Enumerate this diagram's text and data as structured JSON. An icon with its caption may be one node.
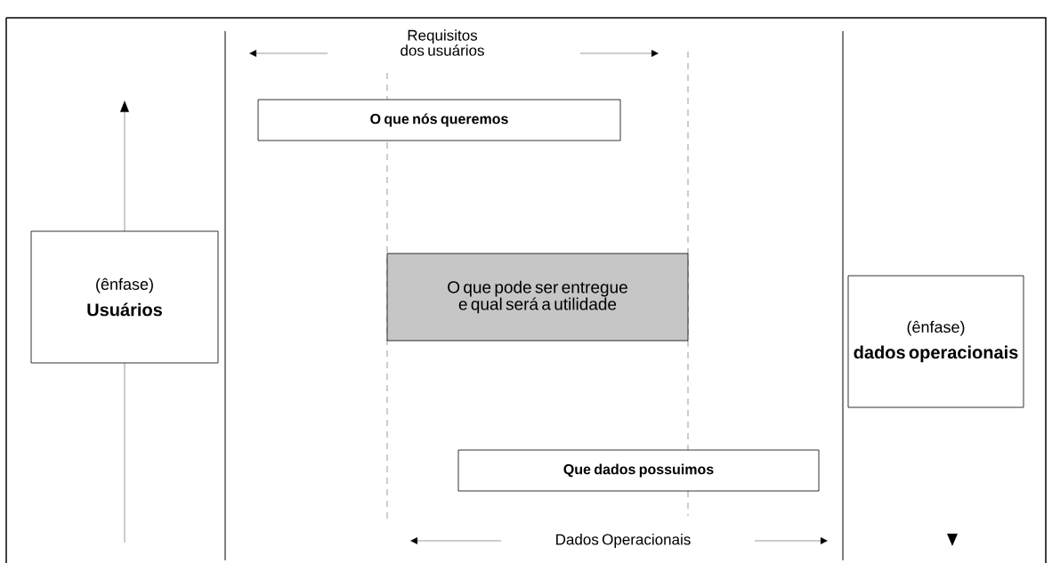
{
  "diagram": {
    "nodes": [
      {
        "text": [
          "O que nós queremos"
        ]
      },
      {
        "text": [
          "(ênfase)",
          "Usuários"
        ]
      },
      {
        "text": [
          "O que pode ser entregue e qual será a utilidade"
        ]
      },
      {
        "text": [
          "(ênfase)",
          "dados operacionais"
        ]
      },
      {
        "text": [
          "Que dados possuimos"
        ]
      }
    ],
    "labels": [
      "Requisitos dos usuários",
      "Dados Operacionais"
    ]
  }
}
